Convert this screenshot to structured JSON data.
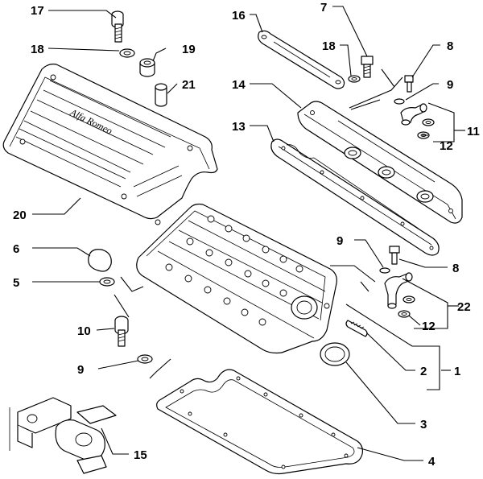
{
  "diagram": {
    "logo_text": "Alfa Romeo",
    "callouts": [
      {
        "id": "c17",
        "text": "17"
      },
      {
        "id": "c18a",
        "text": "18"
      },
      {
        "id": "c19",
        "text": "19"
      },
      {
        "id": "c21",
        "text": "21"
      },
      {
        "id": "c20",
        "text": "20"
      },
      {
        "id": "c16",
        "text": "16"
      },
      {
        "id": "c7",
        "text": "7"
      },
      {
        "id": "c18b",
        "text": "18"
      },
      {
        "id": "c8a",
        "text": "8"
      },
      {
        "id": "c9a",
        "text": "9"
      },
      {
        "id": "c14",
        "text": "14"
      },
      {
        "id": "c13",
        "text": "13"
      },
      {
        "id": "c11",
        "text": "11"
      },
      {
        "id": "c12a",
        "text": "12"
      },
      {
        "id": "c6",
        "text": "6"
      },
      {
        "id": "c5",
        "text": "5"
      },
      {
        "id": "c10",
        "text": "10"
      },
      {
        "id": "c9b",
        "text": "9"
      },
      {
        "id": "c9c",
        "text": "9"
      },
      {
        "id": "c8b",
        "text": "8"
      },
      {
        "id": "c22",
        "text": "22"
      },
      {
        "id": "c12b",
        "text": "12"
      },
      {
        "id": "c2",
        "text": "2"
      },
      {
        "id": "c1",
        "text": "1"
      },
      {
        "id": "c3",
        "text": "3"
      },
      {
        "id": "c15",
        "text": "15"
      },
      {
        "id": "c4",
        "text": "4"
      }
    ]
  }
}
